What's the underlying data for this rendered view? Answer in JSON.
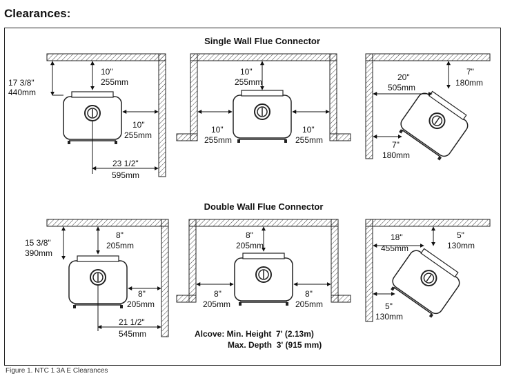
{
  "heading": "Clearances:",
  "single": {
    "title": "Single Wall Flue Connector",
    "left": {
      "side": [
        "17 3/8\"",
        "440mm"
      ],
      "top": [
        "10\"",
        "255mm"
      ],
      "right": [
        "10\"",
        "255mm"
      ],
      "depth": [
        "23 1/2\"",
        "595mm"
      ]
    },
    "center": {
      "top": [
        "10\"",
        "255mm"
      ],
      "left": [
        "10\"",
        "255mm"
      ],
      "right": [
        "10\"",
        "255mm"
      ]
    },
    "corner": {
      "top": [
        "7\"",
        "180mm"
      ],
      "side": [
        "20\"",
        "505mm"
      ],
      "bottom": [
        "7\"",
        "180mm"
      ]
    }
  },
  "double": {
    "title": "Double Wall Flue Connector",
    "left": {
      "side": [
        "15 3/8\"",
        "390mm"
      ],
      "top": [
        "8\"",
        "205mm"
      ],
      "right": [
        "8\"",
        "205mm"
      ],
      "depth": [
        "21 1/2\"",
        "545mm"
      ]
    },
    "center": {
      "top": [
        "8\"",
        "205mm"
      ],
      "left": [
        "8\"",
        "205mm"
      ],
      "right": [
        "8\"",
        "205mm"
      ]
    },
    "corner": {
      "top": [
        "5\"",
        "130mm"
      ],
      "side": [
        "18\"",
        "455mm"
      ],
      "bottom": [
        "5\"",
        "130mm"
      ]
    }
  },
  "alcove": {
    "line1_label": "Alcove: Min. Height",
    "line1_value": "7' (2.13m)",
    "line2_label": "Max. Depth",
    "line2_value": "3' (915 mm)"
  },
  "caption": "Figure 1. NTC 1 3A E Clearances"
}
